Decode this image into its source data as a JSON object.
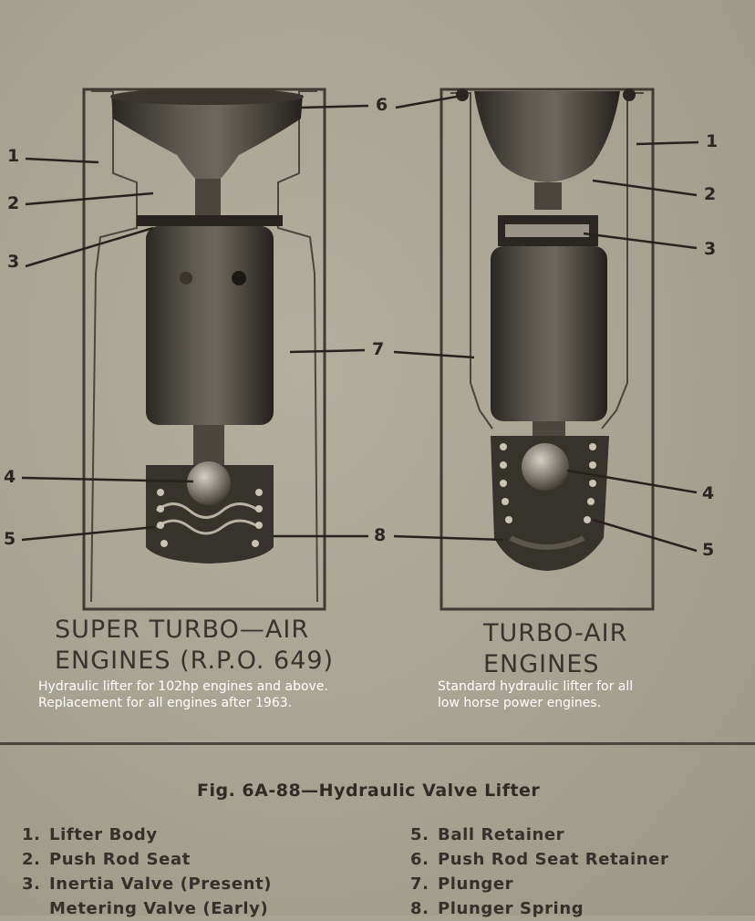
{
  "left_lifter": {
    "callouts": [
      "1",
      "2",
      "3",
      "4",
      "5",
      "6",
      "7",
      "8"
    ],
    "title_line1": "SUPER TURBO—AIR",
    "title_line2": "ENGINES (R.P.O. 649)",
    "caption_line1": "Hydraulic lifter for 102hp engines and above.",
    "caption_line2": "Replacement for all engines after 1963."
  },
  "right_lifter": {
    "callouts": [
      "1",
      "2",
      "3",
      "4",
      "5"
    ],
    "title_line1": "TURBO-AIR",
    "title_line2": "ENGINES",
    "caption_line1": "Standard hydraulic lifter for all",
    "caption_line2": "low horse power engines."
  },
  "figure": {
    "title": "Fig. 6A-88—Hydraulic Valve Lifter"
  },
  "legend": {
    "left": [
      {
        "num": "1.",
        "label": "Lifter Body"
      },
      {
        "num": "2.",
        "label": "Push Rod Seat"
      },
      {
        "num": "3.",
        "label": "Inertia  Valve (Present)",
        "sub": "Metering Valve (Early)"
      }
    ],
    "right": [
      {
        "num": "5.",
        "label": "Ball Retainer"
      },
      {
        "num": "6.",
        "label": "Push Rod Seat Retainer"
      },
      {
        "num": "7.",
        "label": "Plunger"
      },
      {
        "num": "8.",
        "label": "Plunger Spring"
      }
    ]
  },
  "colors": {
    "paper": "#a9a392",
    "ink": "#2a2722",
    "caption": "#ffffff"
  }
}
